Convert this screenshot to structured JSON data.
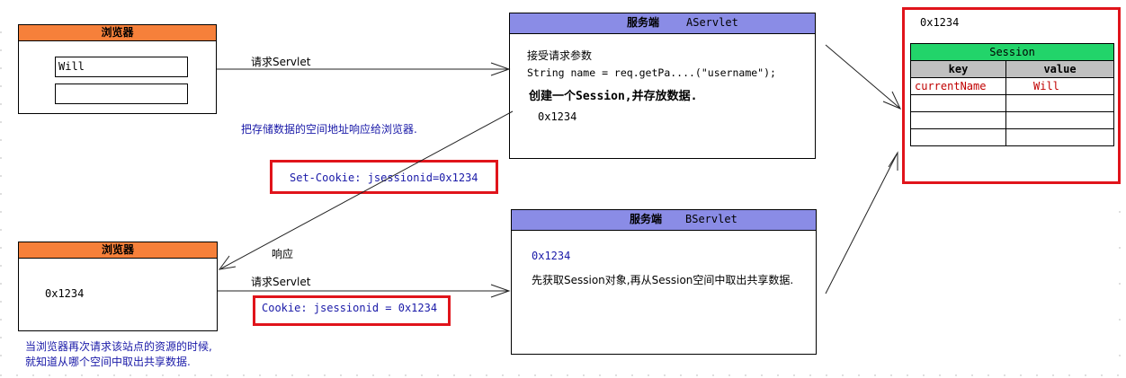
{
  "colors": {
    "browser_header": "#f6803a",
    "server_header": "#8a8ce6",
    "session_header": "#22d46a",
    "table_header": "#c0c0c0",
    "highlight_border": "#e0141b",
    "note_text": "#1a1aa8"
  },
  "browser_top": {
    "title": "浏览器",
    "input1_value": "Will",
    "input2_value": ""
  },
  "browser_bottom": {
    "title": "浏览器",
    "content": "0x1234"
  },
  "server_a": {
    "title": "服务端",
    "name": "AServlet",
    "line1": "接受请求参数",
    "line2": "String name = req.getPa....(\"username\");",
    "line3": "创建一个Session,并存放数据.",
    "line4": "0x1234"
  },
  "server_b": {
    "title": "服务端",
    "name": "BServlet",
    "line1": "0x1234",
    "line2": "先获取Session对象,再从Session空间中取出共享数据."
  },
  "session_store": {
    "address": "0x1234",
    "title": "Session",
    "col_key": "key",
    "col_value": "value",
    "rows": [
      {
        "key": "currentName",
        "value": "Will"
      },
      {
        "key": "",
        "value": ""
      },
      {
        "key": "",
        "value": ""
      },
      {
        "key": "",
        "value": ""
      }
    ]
  },
  "labels": {
    "request_a": "请求Servlet",
    "response_note": "把存储数据的空间地址响应给浏览器.",
    "set_cookie": "Set-Cookie: jsessionid=0x1234",
    "response": "响应",
    "request_b": "请求Servlet",
    "cookie": "Cookie: jsessionid = 0x1234",
    "bottom_note_line1": "当浏览器再次请求该站点的资源的时候,",
    "bottom_note_line2": "就知道从哪个空间中取出共享数据."
  }
}
